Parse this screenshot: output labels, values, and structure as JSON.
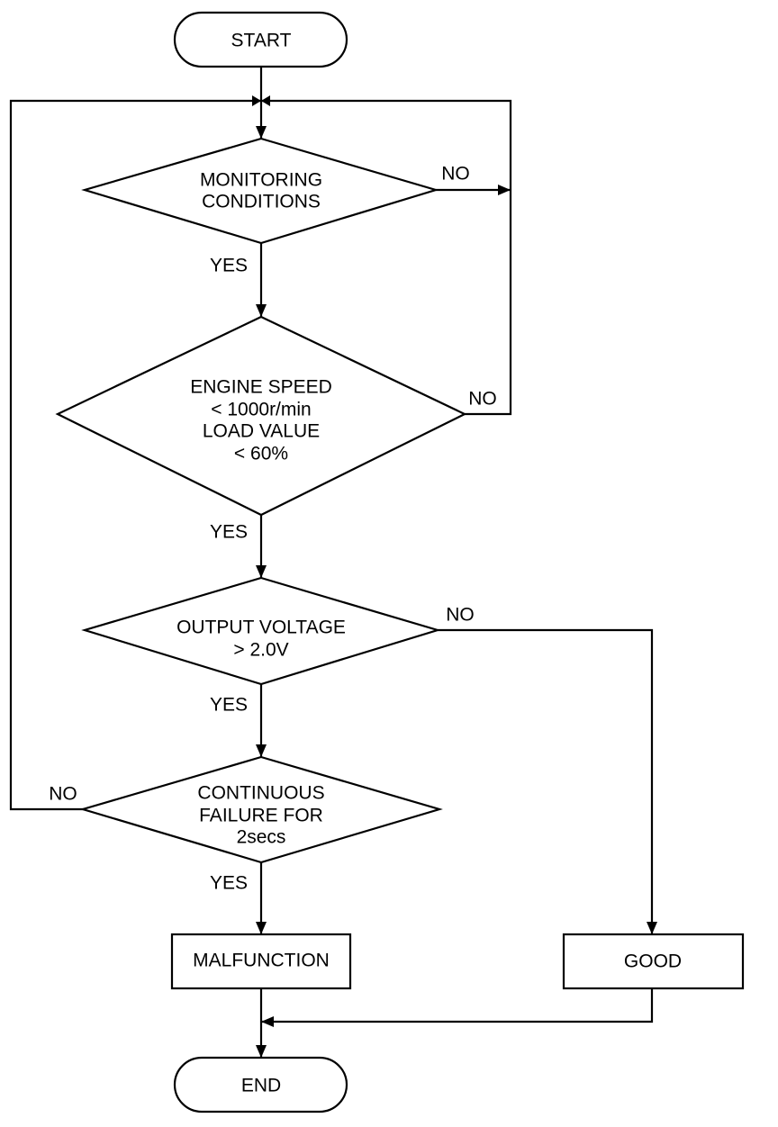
{
  "flowchart": {
    "start": "START",
    "end": "END",
    "decisions": [
      {
        "lines": [
          "MONITORING",
          "CONDITIONS"
        ]
      },
      {
        "lines": [
          "ENGINE SPEED",
          "< 1000r/min",
          "LOAD VALUE",
          "< 60%"
        ]
      },
      {
        "lines": [
          "OUTPUT VOLTAGE",
          "> 2.0V"
        ]
      },
      {
        "lines": [
          "CONTINUOUS",
          "FAILURE FOR",
          "2secs"
        ]
      }
    ],
    "results": {
      "malfunction": "MALFUNCTION",
      "good": "GOOD"
    },
    "branch_labels": {
      "yes": "YES",
      "no": "NO"
    }
  }
}
